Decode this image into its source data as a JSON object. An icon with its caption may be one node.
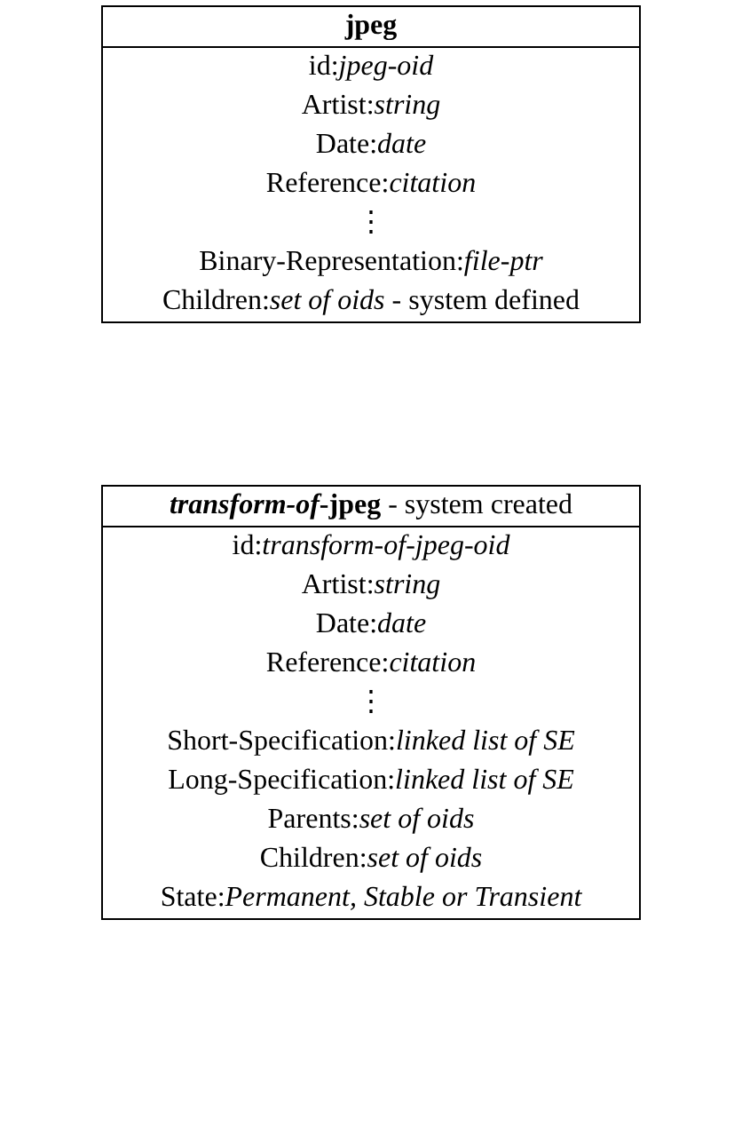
{
  "diagram": {
    "nodes": [
      {
        "text": [
          "jpeg",
          "id:*jpeg-oid*",
          "Artist:*string*",
          "Date:*date*",
          "Reference:*citation*",
          "⋮",
          "Binary-Representation:*file-ptr*",
          "Children:*set of oids* - system defined"
        ]
      },
      {
        "text": [
          "***transform-of*-jpeg** - system created",
          "id:*transform-of-jpeg-oid*",
          "Artist:*string*",
          "Date:*date*",
          "Reference:*citation*",
          "⋮",
          "Short-Specification:*linked list of SE*",
          "Long-Specification:*linked list of SE*",
          "Parents:*set of oids*",
          "Children:*set of oids*",
          "State:*Permanent, Stable or Transient*"
        ]
      }
    ]
  }
}
